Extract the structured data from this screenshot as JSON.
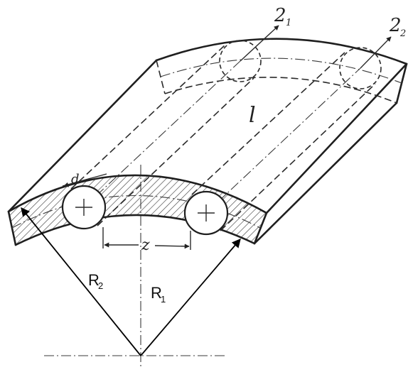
{
  "labels": {
    "r1_symbol": "R",
    "r1_sub": "1",
    "r2_symbol": "R",
    "r2_sub": "2",
    "length": "l",
    "spacing": "z",
    "diameter": "d",
    "dir1_symbol": "2",
    "dir1_sub": "1",
    "dir2_symbol": "2",
    "dir2_sub": "2"
  },
  "colors": {
    "ink": "#1f1f1f",
    "hatch": "#444444",
    "paper": "#ffffff"
  }
}
